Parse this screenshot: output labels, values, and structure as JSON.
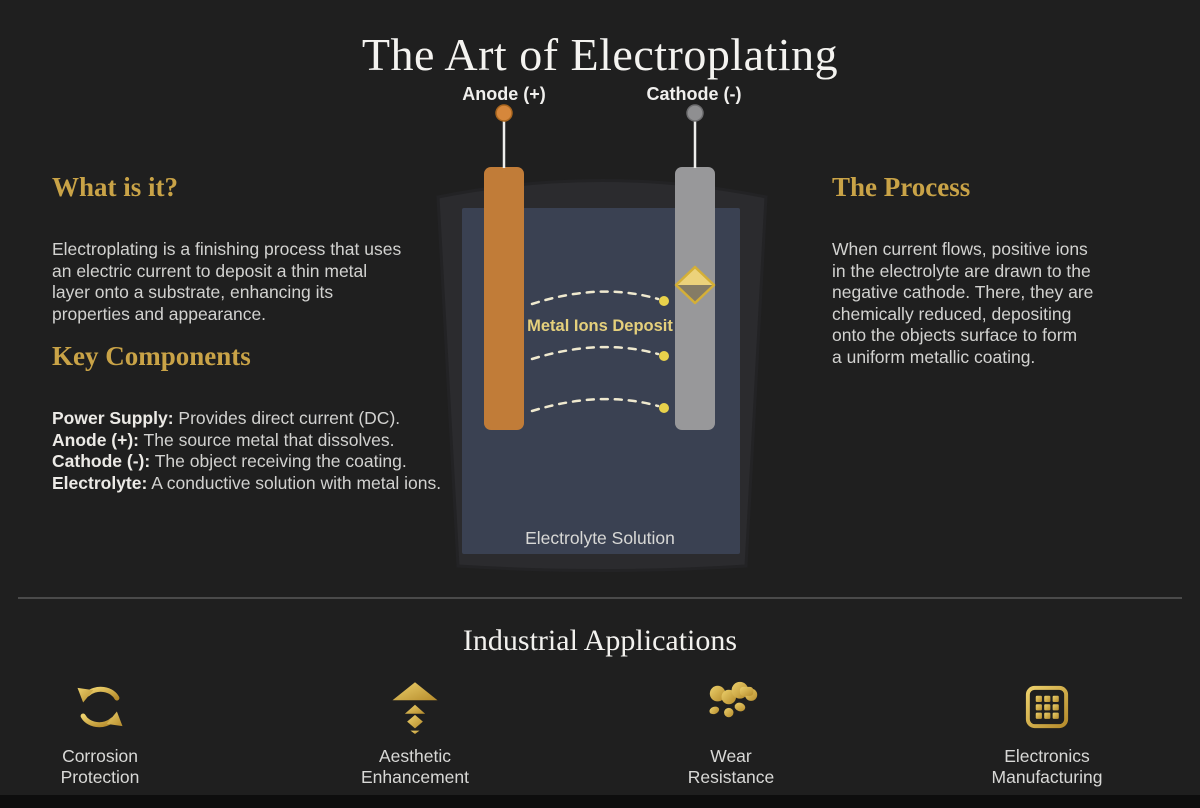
{
  "page": {
    "title": "The Art of Electroplating"
  },
  "colors": {
    "background": "#1f1f1f",
    "gold_accent": "#c9a347",
    "icon_gold": "#d9b240",
    "body_text": "#d2d2d0",
    "anode_orange": "#c17c38",
    "cathode_gray": "#98989a",
    "electrolyte_blue": "#3a4152",
    "ion_dot_yellow": "#e9d24b"
  },
  "diagram": {
    "anode_label": "Anode (+)",
    "cathode_label": "Cathode (-)",
    "metal_ions_label": "Metal Ions Deposit",
    "electrolyte_label": "Electrolyte Solution"
  },
  "what_is_it": {
    "heading": "What is it?",
    "body": "Electroplating is a finishing process that uses\nan electric current to deposit a thin metal\nlayer onto a substrate, enhancing its\nproperties and appearance."
  },
  "key_components": {
    "heading": "Key Components",
    "items": [
      {
        "term": "Power Supply:",
        "desc": " Provides direct current (DC)."
      },
      {
        "term": "Anode (+):",
        "desc": " The source metal that dissolves."
      },
      {
        "term": "Cathode (-):",
        "desc": " The object receiving the coating."
      },
      {
        "term": "Electrolyte:",
        "desc": " A conductive solution with metal ions."
      }
    ]
  },
  "process": {
    "heading": "The Process",
    "body": "When current flows, positive ions\nin the electrolyte are drawn to the\nnegative cathode. There, they are\nchemically reduced, depositing\nonto the objects surface to form\na uniform metallic coating."
  },
  "applications": {
    "heading": "Industrial Applications",
    "items": [
      {
        "label": "Corrosion\nProtection",
        "icon": "corrosion-refresh-icon"
      },
      {
        "label": "Aesthetic\nEnhancement",
        "icon": "aesthetic-layers-icon"
      },
      {
        "label": "Wear\nResistance",
        "icon": "wear-abrasion-icon"
      },
      {
        "label": "Electronics\nManufacturing",
        "icon": "electronics-chip-icon"
      }
    ]
  }
}
